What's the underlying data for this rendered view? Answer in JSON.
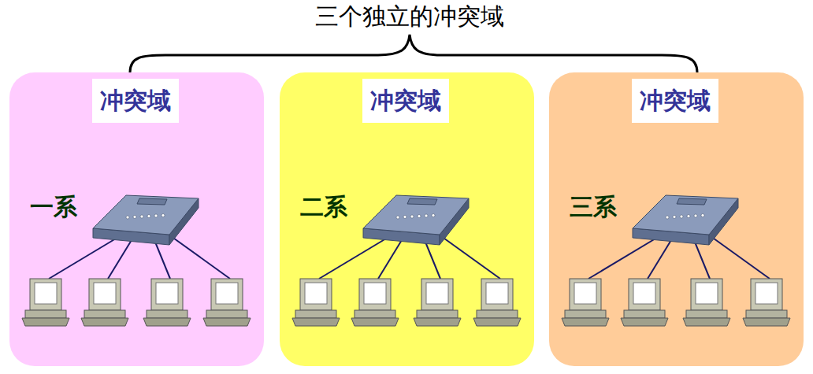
{
  "diagram": {
    "title": "三个独立的冲突域",
    "nodes": [
      {
        "text": [
          "冲突域"
        ]
      },
      {
        "text": [
          "一系"
        ],
        "in": 0
      },
      {
        "text": [
          "冲突域"
        ]
      },
      {
        "text": [
          "二系"
        ],
        "in": 2
      },
      {
        "text": [
          "冲突域"
        ]
      },
      {
        "text": [
          "三系"
        ],
        "in": 4
      }
    ]
  }
}
